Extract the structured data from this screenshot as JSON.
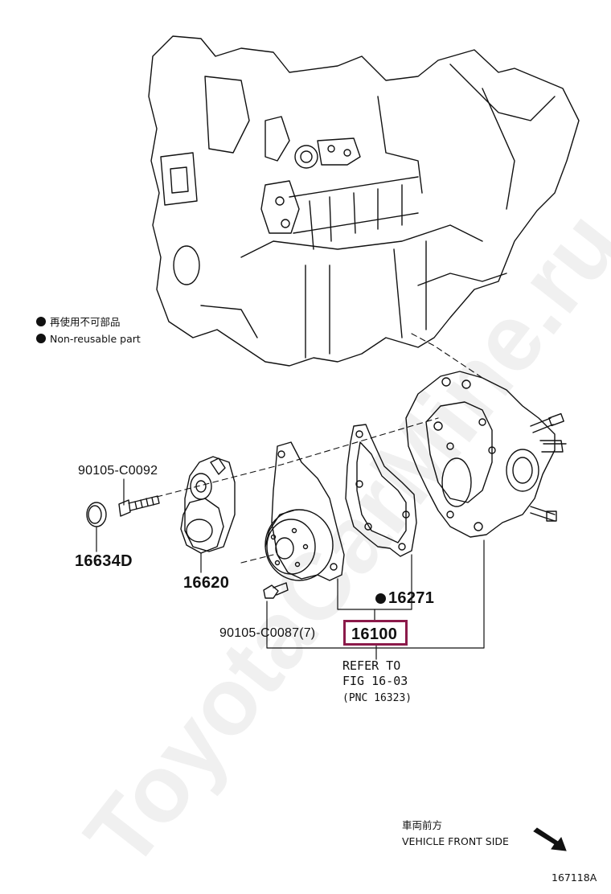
{
  "legend": {
    "line_jp": "再使用不可部品",
    "line_en": "Non-reusable part"
  },
  "parts": {
    "bolt_upper": "90105-C0092",
    "cap": "16634D",
    "tensioner": "16620",
    "bolt_lower": "90105-C0087(7)",
    "gasket": "16271",
    "pump": "16100"
  },
  "reference": {
    "line1": "REFER TO",
    "line2": "FIG 16-03",
    "line3": "(PNC 16323)"
  },
  "direction": {
    "jp": "車両前方",
    "en": "VEHICLE FRONT SIDE"
  },
  "figure_id": "167118A",
  "watermark": "ToyotaCarMine.ru",
  "colors": {
    "highlight": "#8b1a4a",
    "line": "#111111"
  }
}
